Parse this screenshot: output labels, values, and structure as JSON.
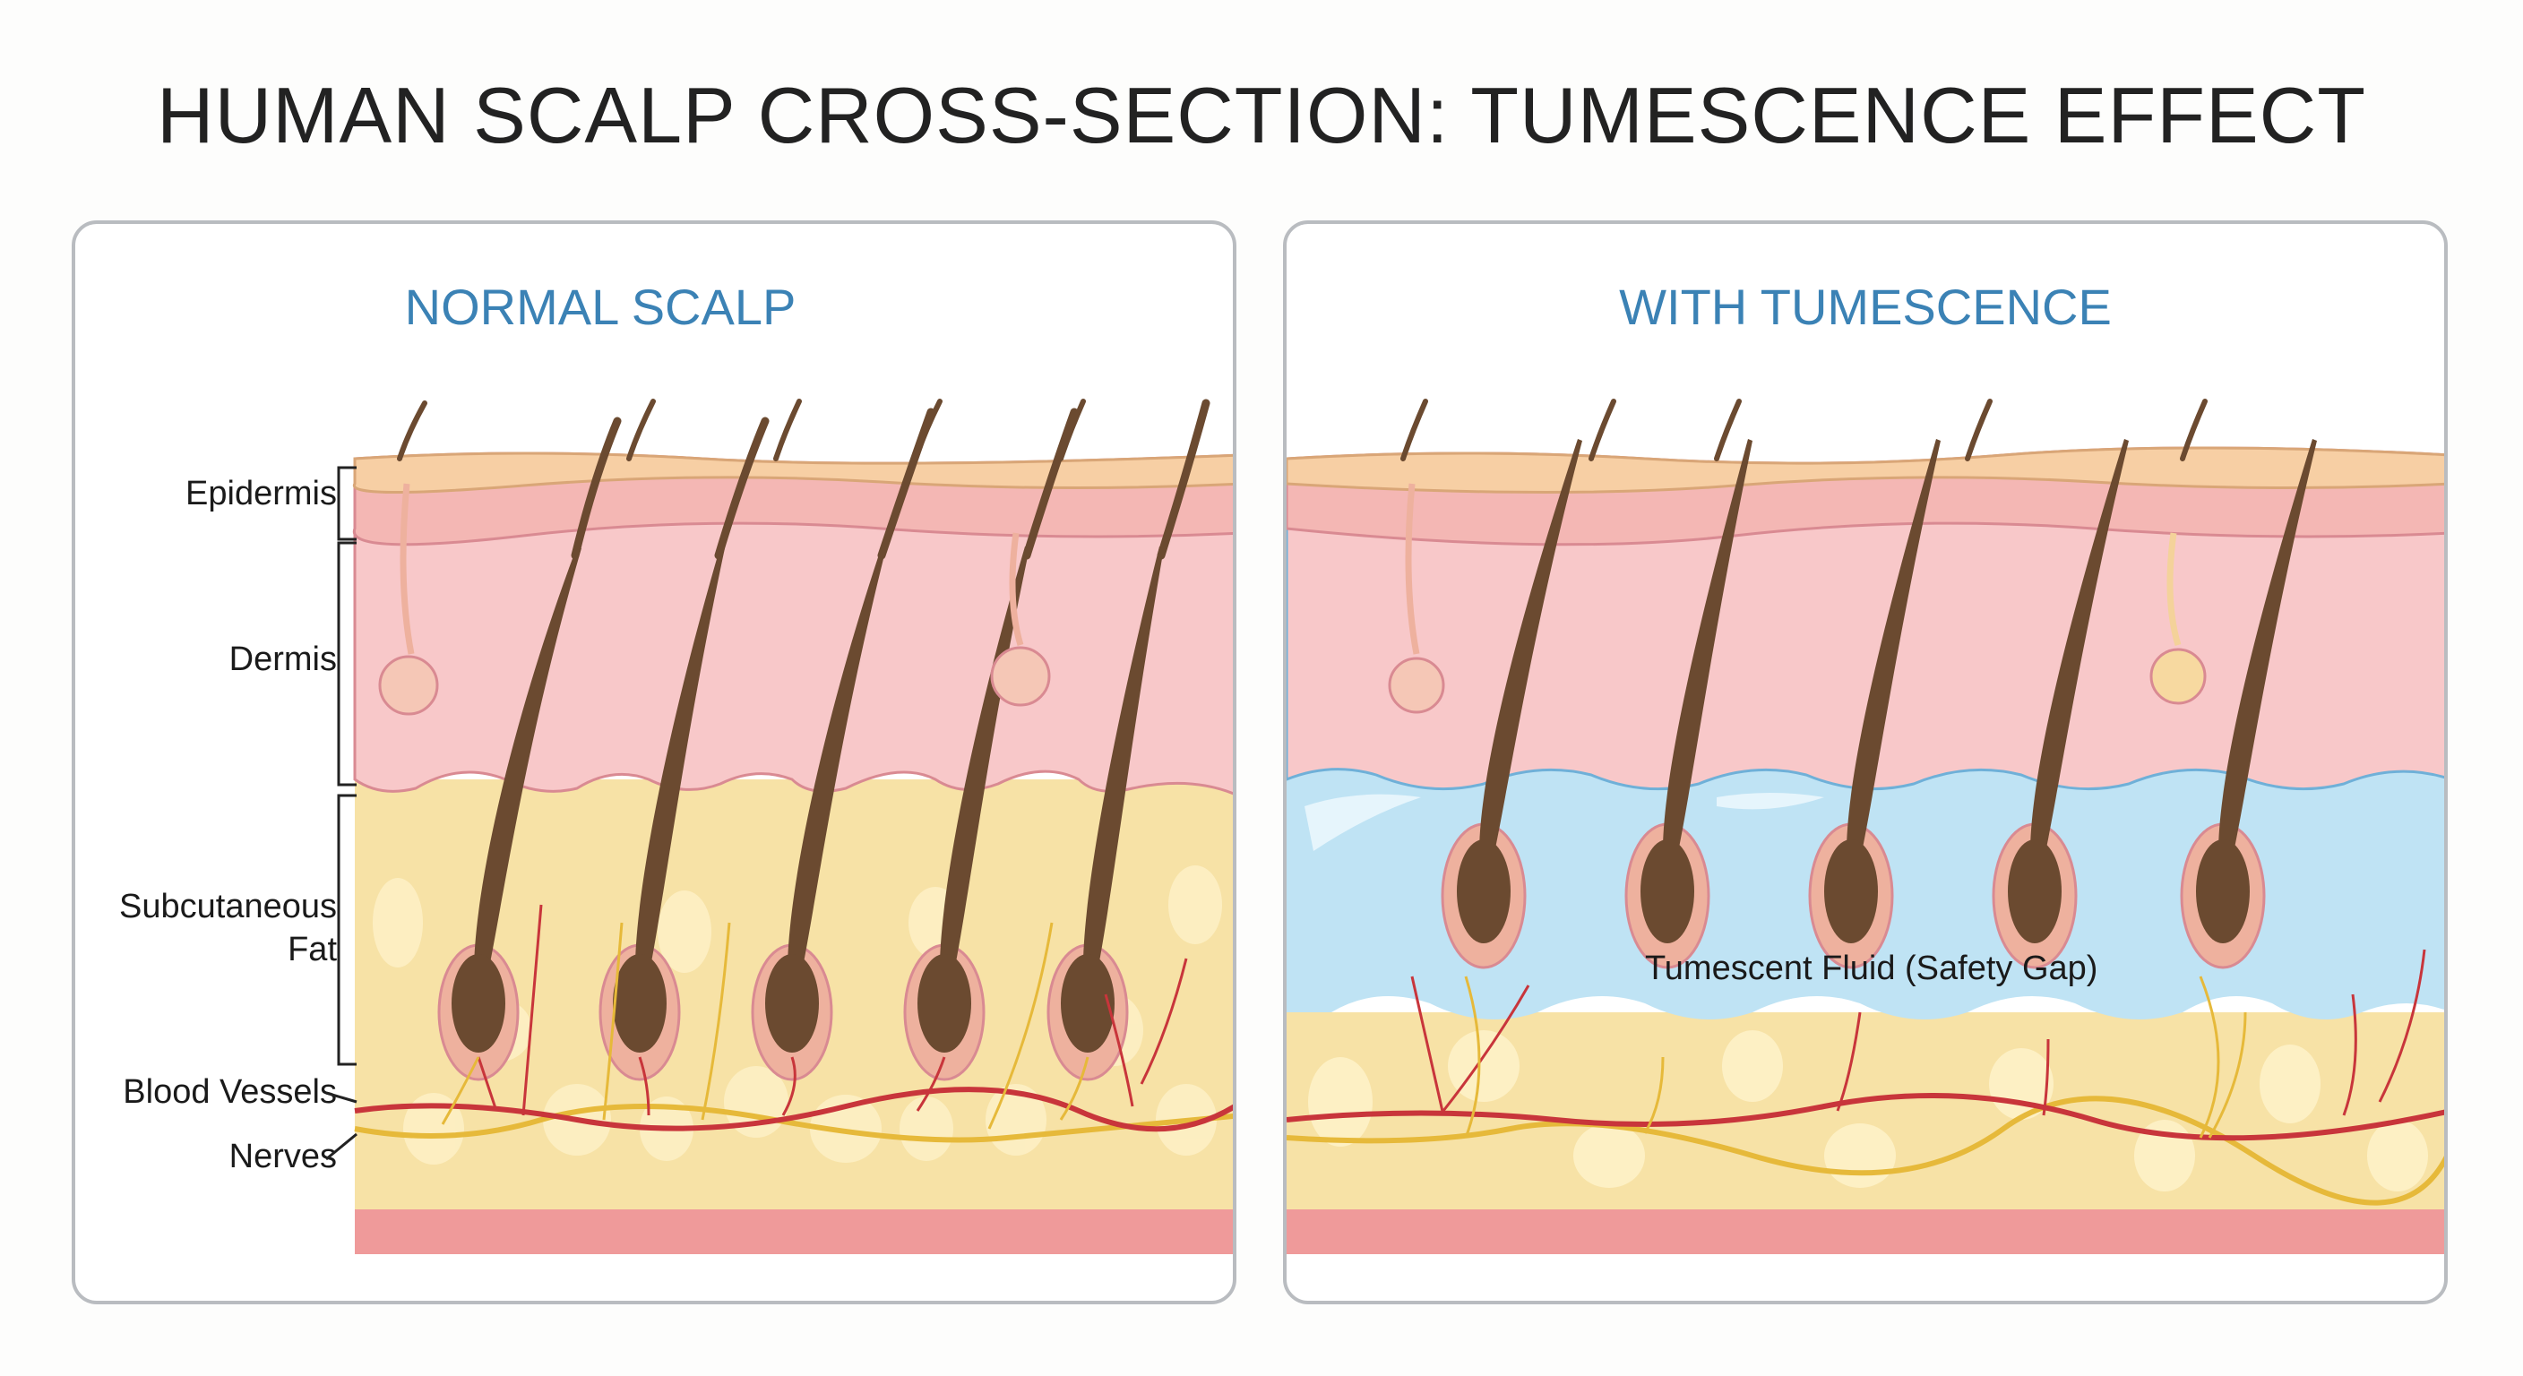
{
  "title": "HUMAN SCALP CROSS-SECTION: TUMESCENCE EFFECT",
  "panels": {
    "left": {
      "title": "NORMAL SCALP",
      "labels": {
        "epidermis": "Epidermis",
        "dermis": "Dermis",
        "fat_line1": "Subcutaneous",
        "fat_line2": "Fat",
        "blood_vessels": "Blood Vessels",
        "nerves": "Nerves"
      }
    },
    "right": {
      "title": "WITH TUMESCENCE",
      "fluid_label": "Tumescent Fluid (Safety Gap)"
    }
  },
  "colors": {
    "epidermis": "#f7cfa4",
    "dermis": "#f8c6c8",
    "fat": "#f7e2a6",
    "fluid": "#bfe3f4",
    "hair": "#6b4a30",
    "vessel": "#c8353b",
    "nerve": "#e6b93a",
    "base": "#ef9a9a",
    "title_blue": "#3b82b5"
  }
}
